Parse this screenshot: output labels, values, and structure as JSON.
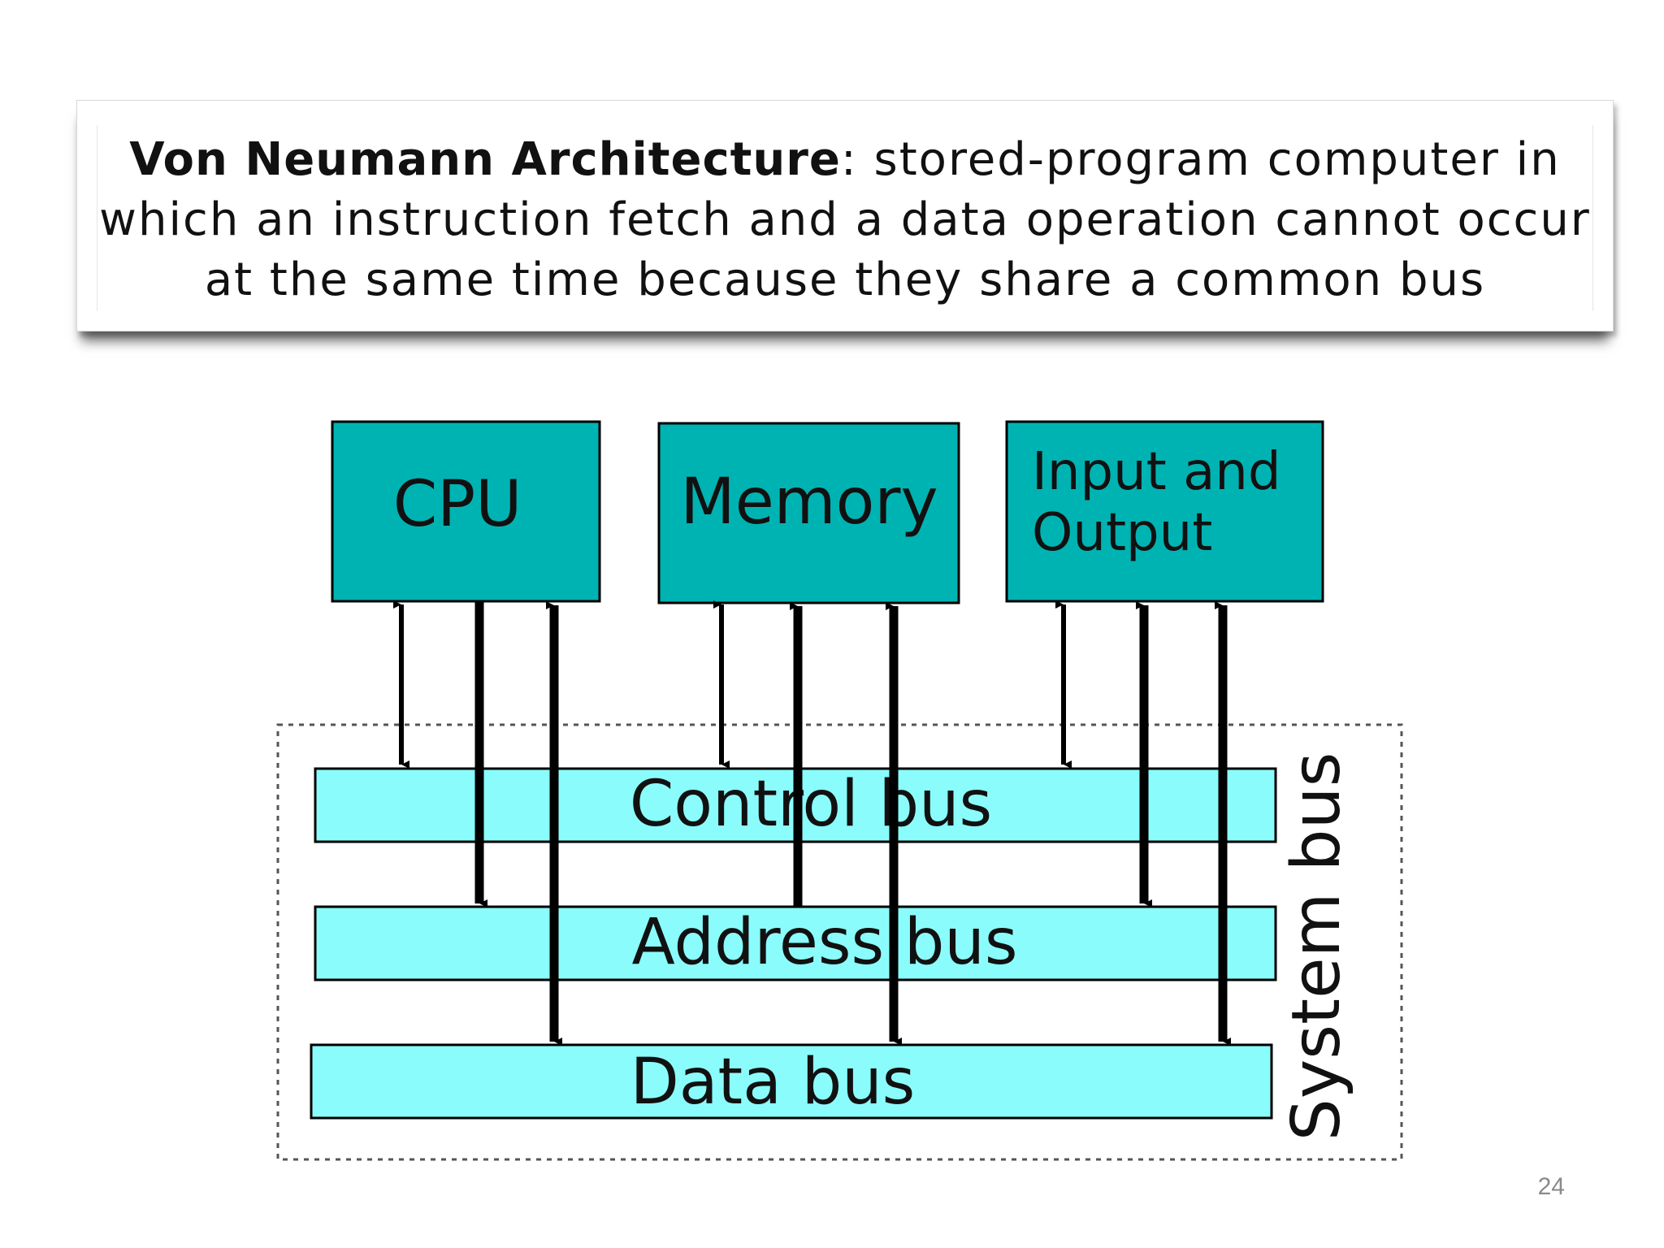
{
  "definition": {
    "term": "Von Neumann Architecture",
    "separator": ":",
    "line1_rest": " stored-program computer in",
    "line2": "which an instruction fetch and a data operation cannot occur",
    "line3": "at the same time because they share a common bus"
  },
  "diagram": {
    "components": {
      "cpu": "CPU",
      "memory": "Memory",
      "io_line1": "Input and",
      "io_line2": "Output"
    },
    "buses": {
      "control": "Control bus",
      "address": "Address bus",
      "data": "Data bus"
    },
    "system_bus_label": "System bus",
    "colors": {
      "component_fill": "#00B3B3",
      "bus_fill": "#8BFCFC",
      "stroke": "#000000"
    }
  },
  "page_number": "24"
}
